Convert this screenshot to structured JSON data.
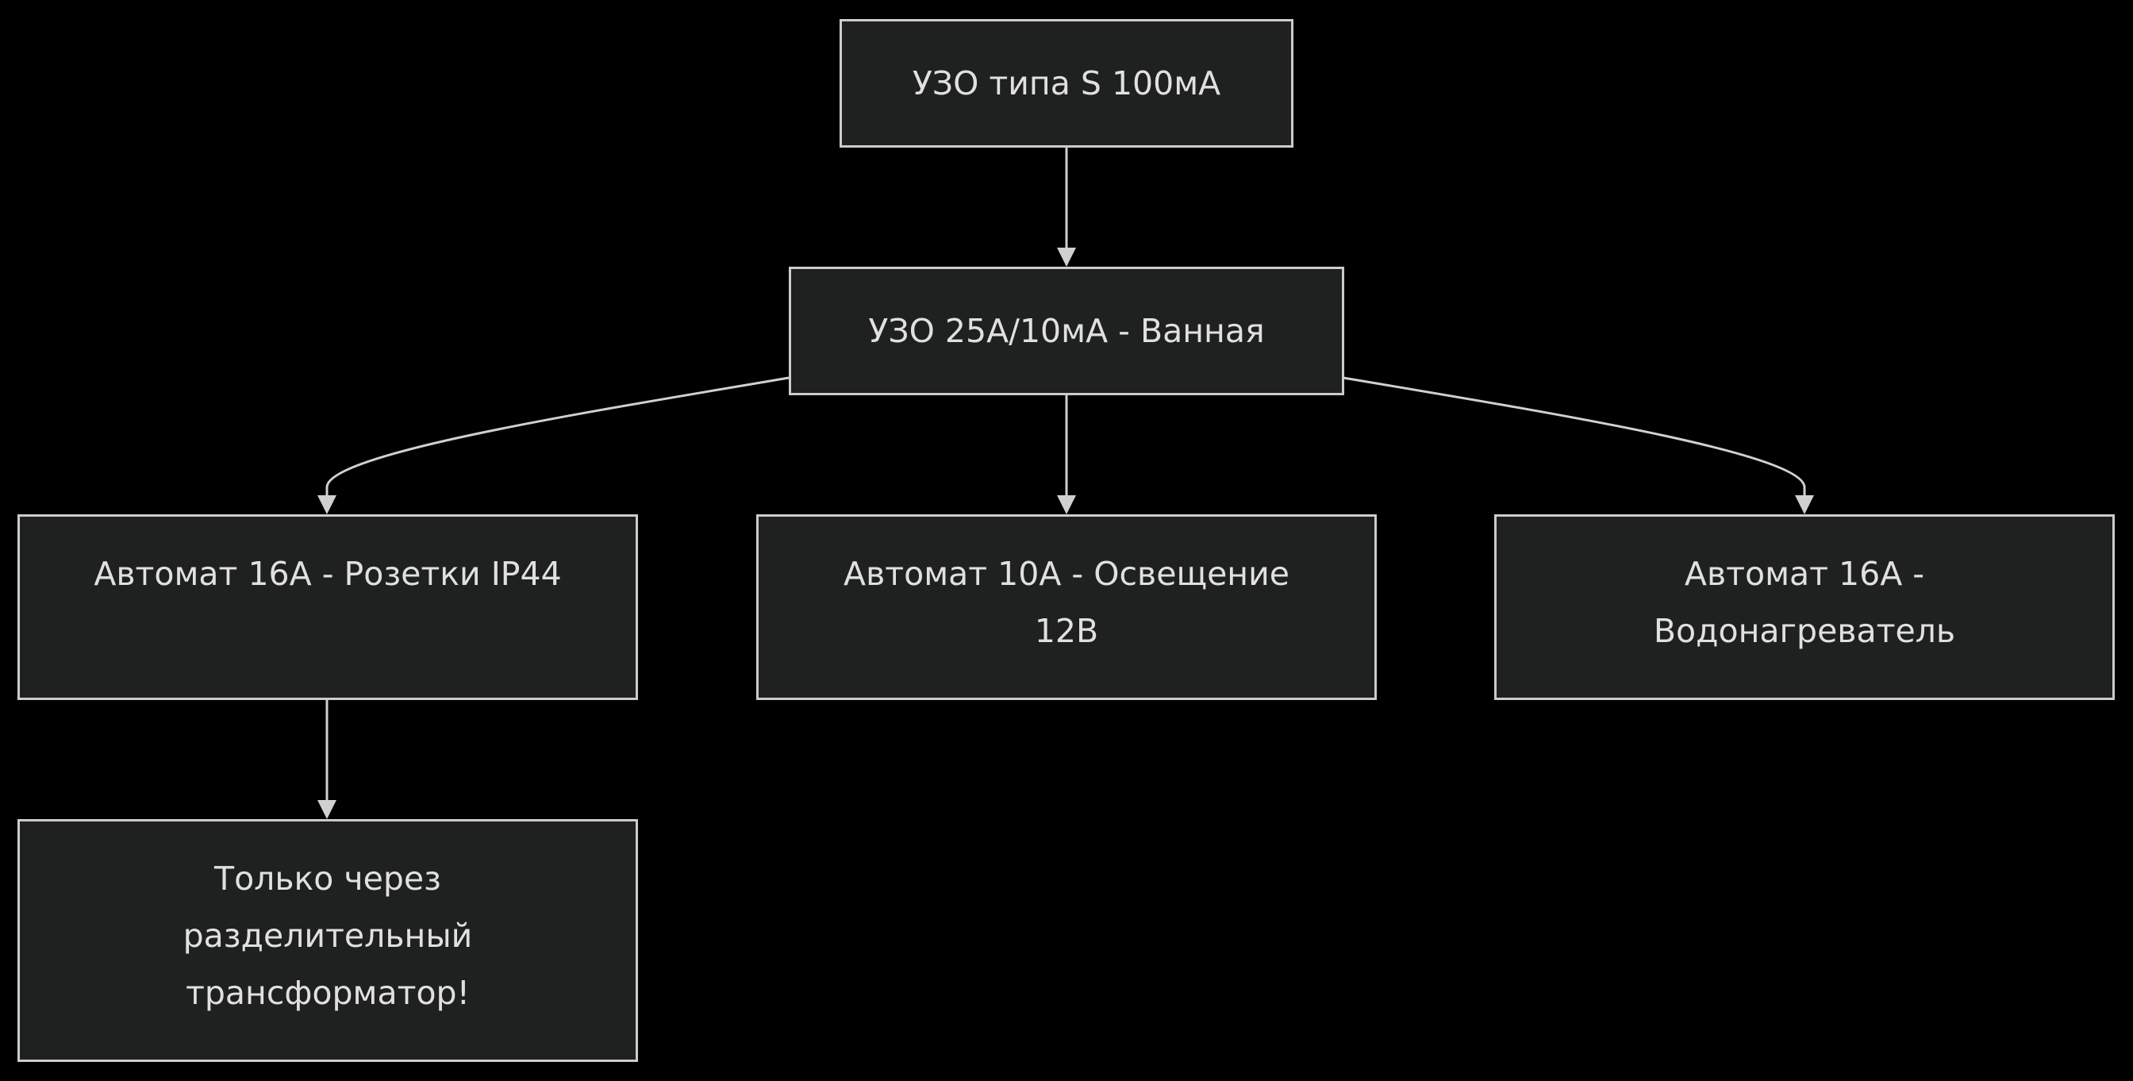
{
  "diagram": {
    "background": "#000000",
    "node_fill": "#1f2020",
    "node_stroke": "#cccccc",
    "edge_color": "#d0d0d0",
    "text_color": "#e0e0e0",
    "nodes": {
      "root": {
        "label": "УЗО типа S 100мА"
      },
      "bath": {
        "label": "УЗО 25А/10мА - Ванная"
      },
      "sockets": {
        "label": "Автомат 16А - Розетки IP44"
      },
      "lighting": {
        "label": "Автомат 10А - Освещение\n12В"
      },
      "heater": {
        "label": "Автомат 16А -\nВодонагреватель"
      },
      "transformer": {
        "label": "Только через\nразделительный\nтрансформатор!"
      }
    },
    "edges": [
      {
        "from": "root",
        "to": "bath"
      },
      {
        "from": "bath",
        "to": "sockets"
      },
      {
        "from": "bath",
        "to": "lighting"
      },
      {
        "from": "bath",
        "to": "heater"
      },
      {
        "from": "sockets",
        "to": "transformer"
      }
    ]
  }
}
